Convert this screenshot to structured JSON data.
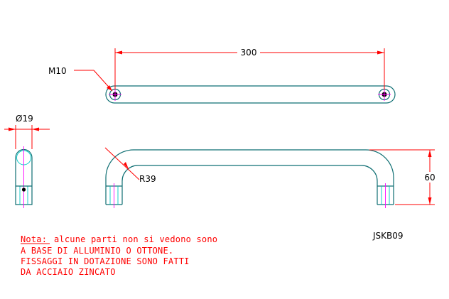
{
  "dimensions": {
    "length": "300",
    "thread": "M10",
    "diameter": "Ø19",
    "radius": "R39",
    "height": "60"
  },
  "code": "JSKB09",
  "note": {
    "label": "Nota:",
    "lines": [
      "alcune parti non si vedono sono",
      "A BASE DI ALLUMINIO O OTTONE.",
      "FISSAGGI IN DOTAZIONE SONO FATTI",
      "DA ACCIAIO ZINCATO"
    ]
  },
  "colors": {
    "dimension": "#ff0000",
    "outline": "#0f6f73",
    "centerline": "#ff00ff",
    "thread": "#00c8c8",
    "text": "#000000"
  }
}
